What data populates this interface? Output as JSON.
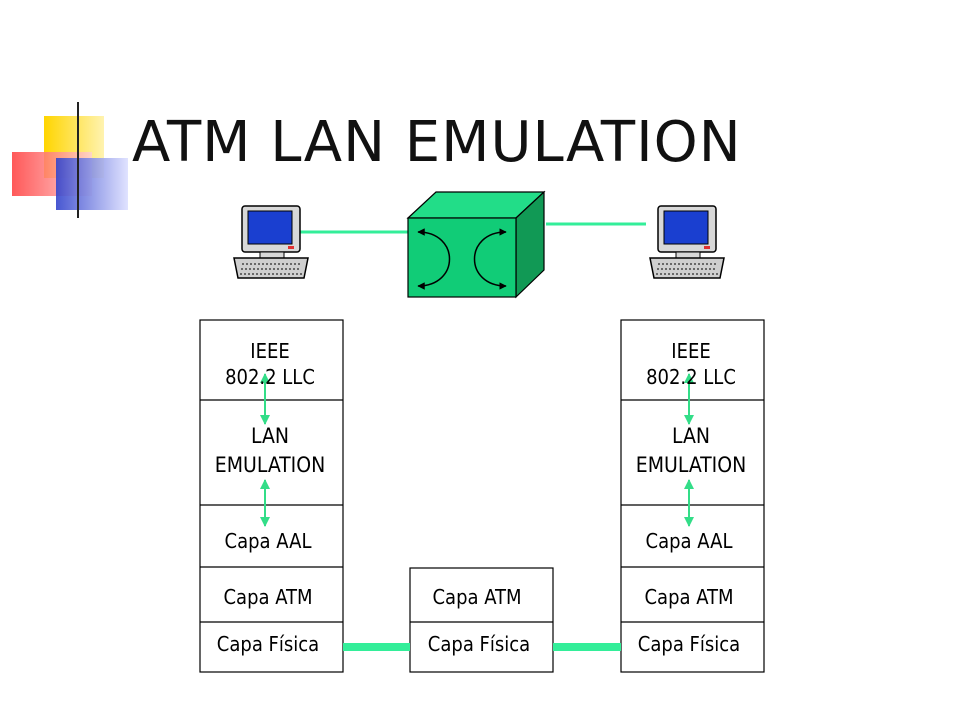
{
  "title": "ATM LAN EMULATION",
  "colors": {
    "cable": "#33ee99",
    "arrow": "#33dd88",
    "switch_front": "#11cc77",
    "switch_top": "#22dd88",
    "switch_side": "#119955",
    "deco_yellow": "#ffd500",
    "deco_red": "#ff3b3b",
    "deco_blue": "#3344cc"
  },
  "icons": {
    "left_computer": "desktop-computer-icon",
    "right_computer": "desktop-computer-icon",
    "switch": "atm-switch-icon"
  },
  "left_stack": {
    "llc": [
      "IEEE",
      "802.2 LLC"
    ],
    "lane": [
      "LAN",
      "EMULATION"
    ],
    "aal": "Capa AAL",
    "atm": "Capa ATM",
    "phy": "Capa Física"
  },
  "middle_stack": {
    "atm": "Capa ATM",
    "phy": "Capa Física"
  },
  "right_stack": {
    "llc": [
      "IEEE",
      "802.2 LLC"
    ],
    "lane": [
      "LAN",
      "EMULATION"
    ],
    "aal": "Capa AAL",
    "atm": "Capa ATM",
    "phy": "Capa Física"
  }
}
